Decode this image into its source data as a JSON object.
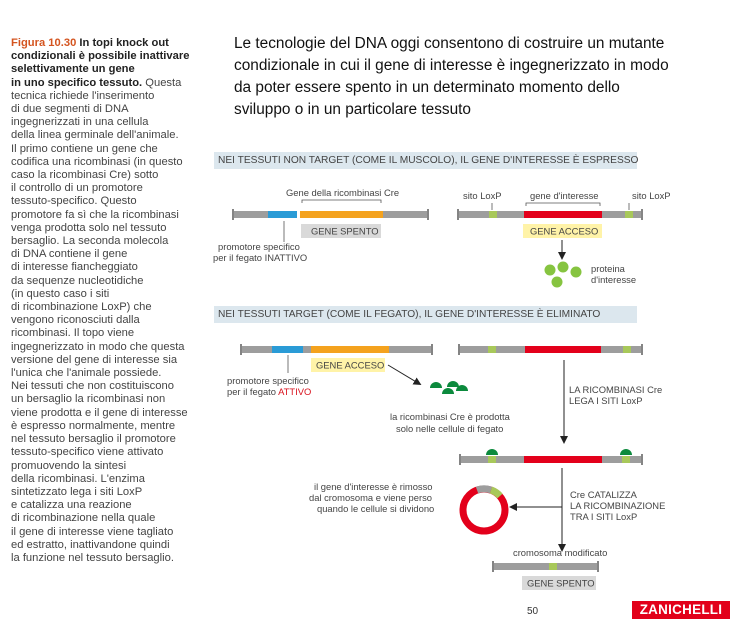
{
  "caption": {
    "figure_label": "Figura 10.30",
    "title_lines": [
      "In topi knock out",
      "condizionali è possibile inattivare",
      "selettivamente un gene",
      "in uno specifico tessuto."
    ],
    "body_first": "Questa",
    "body_lines": [
      "tecnica richiede l'inserimento",
      "di due segmenti di DNA",
      "ingegnerizzati in una cellula",
      "della linea germinale dell'animale.",
      "Il primo contiene un gene che",
      "codifica una ricombinasi (in questo",
      "caso la ricombinasi Cre) sotto",
      "il controllo di un promotore",
      "tessuto-specifico. Questo",
      "promotore fa sì che la ricombinasi",
      "venga prodotta solo nel tessuto",
      "bersaglio. La seconda molecola",
      "di DNA contiene il gene",
      "di interesse fiancheggiato",
      "da sequenze nucleotidiche",
      "(in questo caso i siti",
      "di ricombinazione LoxP) che",
      "vengono riconosciuti dalla",
      "ricombinasi. Il topo viene",
      "ingegnerizzato in modo che questa",
      "versione del gene di interesse sia",
      "l'unica che l'animale possiede.",
      "Nei tessuti che non costituiscono",
      "un bersaglio la ricombinasi non",
      "viene prodotta e il gene di interesse",
      "è espresso normalmente, mentre",
      "nel tessuto bersaglio il promotore",
      "tessuto-specifico viene attivato",
      "promuovendo la sintesi",
      "della ricombinasi. L'enzima",
      "sintetizzato lega i siti LoxP",
      "e catalizza una reazione",
      "di ricombinazione nella quale",
      "il gene di interesse viene tagliato",
      "ed estratto, inattivandone quindi",
      "la funzione nel tessuto bersaglio."
    ]
  },
  "heading_lines": [
    "Le tecnologie del DNA oggi consentono di  costruire un mutante",
    "condizionale in cui il gene di interesse è ingegnerizzato in modo",
    "da poter essere spento in un determinato momento dello",
    "sviluppo o in un particolare tessuto"
  ],
  "diagram": {
    "band_nontarget": "NEI TESSUTI NON TARGET (COME IL MUSCOLO), IL GENE D'INTERESSE È ESPRESSO",
    "band_target": "NEI TESSUTI TARGET (COME IL FEGATO), IL GENE D'INTERESSE È ELIMINATO",
    "label_cre_gene": "Gene della ricombinasi Cre",
    "label_gene_spento": "GENE SPENTO",
    "label_promoter_inactive": [
      "promotore specifico",
      "per il fegato INATTIVO"
    ],
    "label_loxp": "sito LoxP",
    "label_gene_interesse": "gene d'interesse",
    "label_gene_acceso": "GENE ACCESO",
    "label_protein": [
      "proteina",
      "d'interesse"
    ],
    "label_promoter_active": [
      "promotore specifico",
      "per il fegato "
    ],
    "label_attivo": "ATTIVO",
    "label_cre_produced": [
      "la ricombinasi Cre è prodotta",
      "solo nelle cellule di fegato"
    ],
    "label_binds": [
      "LA RICOMBINASI Cre",
      "LEGA I SITI LoxP"
    ],
    "label_removed": [
      "il gene d'interesse è rimosso",
      "dal cromosoma e viene perso",
      "quando le cellule si dividono"
    ],
    "label_catalyze": [
      "Cre CATALIZZA",
      "LA RICOMBINAZIONE",
      "TRA I SITI LoxP"
    ],
    "label_modified": "cromosoma modificato",
    "label_gene_spento_final": "GENE SPENTO"
  },
  "colors": {
    "dna_gray": "#9d9d9d",
    "promoter_blue": "#2a9bd6",
    "cre_orange": "#f4a21e",
    "gene_red": "#e3001b",
    "loxp_green": "#a8c85a",
    "cre_protein": "#0c8a3d",
    "protein_green": "#86c440",
    "accent_orange": "#d4541f",
    "brand_red": "#e2001a"
  },
  "footer": {
    "page_number": "50",
    "logo_text": "ZANICHELLI"
  }
}
